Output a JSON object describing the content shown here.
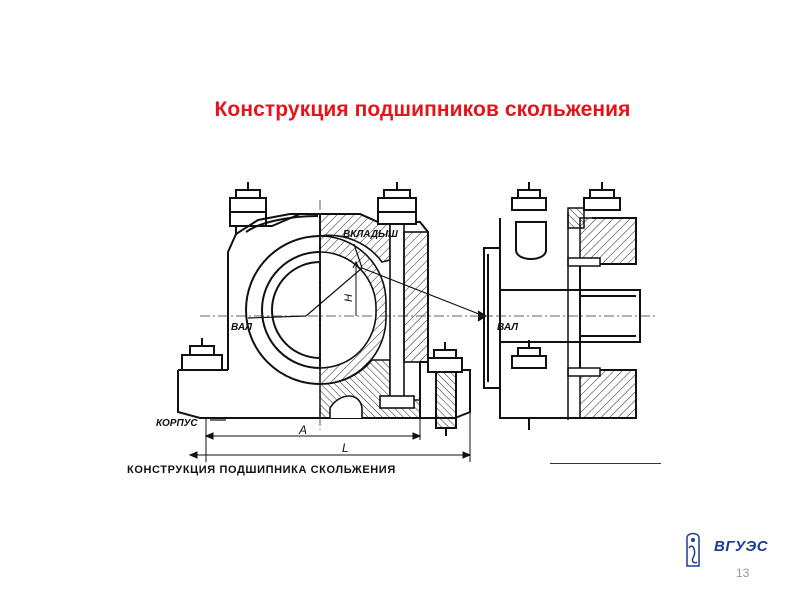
{
  "slide": {
    "title": "Конструкция подшипников  скольжения",
    "page_number": "13"
  },
  "drawing": {
    "labels": {
      "liner": "ВКЛАДЫШ",
      "shaft_left": "ВАЛ",
      "shaft_right": "ВАЛ",
      "housing": "КОРПУС"
    },
    "dimensions": {
      "height": "H",
      "length_a": "A",
      "length_l": "L"
    },
    "caption": "КОНСТРУКЦИЯ ПОДШИПНИКА СКОЛЬЖЕНИЯ"
  },
  "logo": {
    "text": "ВГУЭС"
  }
}
